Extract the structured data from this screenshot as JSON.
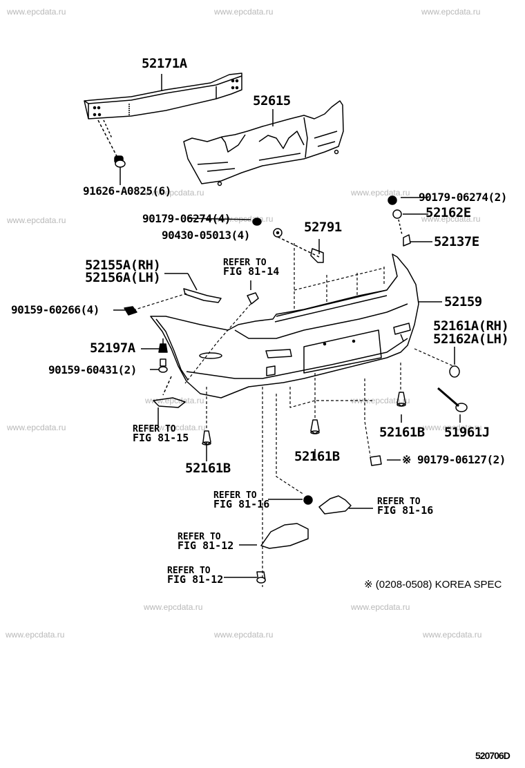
{
  "watermark": "www.epcdata.ru",
  "diagram_id": "520706D",
  "parts": {
    "reinforcement": "52171A",
    "absorber": "52615",
    "bolt_reinf": "91626-A0825(6)",
    "nut_top_right": "90179-06274(2)",
    "retainer_right": "52162E",
    "bracket_right": "52137E",
    "nut_top_left": "90179-06274(4)",
    "washer_left": "90430-05013(4)",
    "clip_52791": "52791",
    "side_support_rh": "52155A(RH)",
    "side_support_lh": "52156A(LH)",
    "screw_left": "90159-60266(4)",
    "bumper_cover": "52159",
    "retainer_rh": "52161A(RH)",
    "retainer_lh": "52162A(LH)",
    "clip_52197A": "52197A",
    "screw_52197": "90159-60431(2)",
    "clip_b_1": "52161B",
    "clip_b_2": "52161B",
    "clip_b_3": "52161B",
    "cap_51961J": "51961J",
    "nut_korea": "※ 90179-06127(2)"
  },
  "refer": {
    "fig_81_14": [
      "REFER TO",
      "FIG 81-14"
    ],
    "fig_81_15": [
      "REFER TO",
      "FIG 81-15"
    ],
    "fig_81_16_left": [
      "REFER TO",
      "FIG 81-16"
    ],
    "fig_81_16_right": [
      "REFER TO",
      "FIG 81-16"
    ],
    "fig_81_12_upper": [
      "REFER TO",
      "FIG 81-12"
    ],
    "fig_81_12_lower": [
      "REFER TO",
      "FIG 81-12"
    ]
  },
  "footnote": "※ (0208-0508) KOREA  SPEC"
}
